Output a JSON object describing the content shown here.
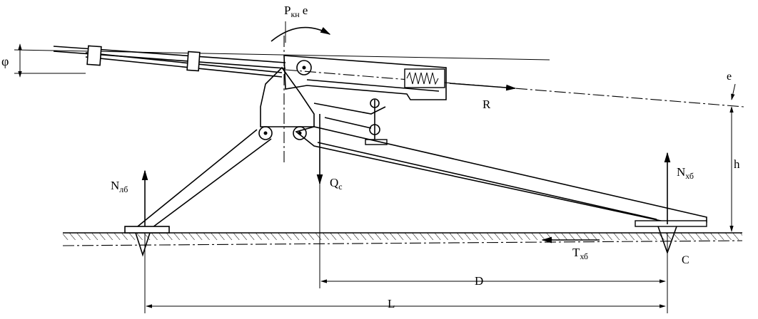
{
  "labels": {
    "phi": "φ",
    "p_main": "P",
    "p_sub": "кн",
    "p_tail": "е",
    "e_right": "e",
    "r": "R",
    "n_left_main": "N",
    "n_left_sub": "лб",
    "q_main": "Q",
    "q_sub": "c",
    "n_right_main": "N",
    "n_right_sub": "хб",
    "h": "h",
    "t_main": "T",
    "t_sub": "хб",
    "c": "C",
    "d": "D",
    "l": "L"
  },
  "colors": {
    "ink": "#000000",
    "paper": "#ffffff"
  }
}
